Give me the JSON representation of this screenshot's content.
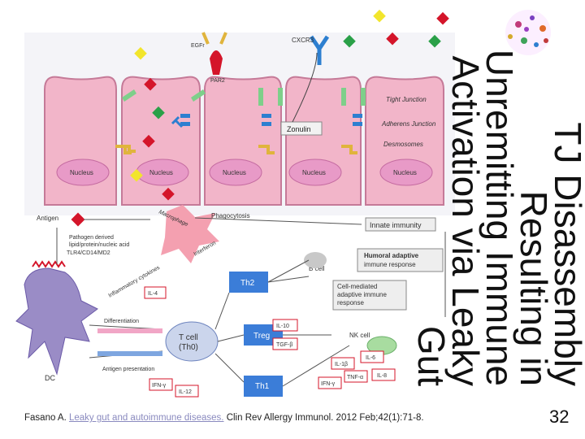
{
  "slide": {
    "title": "TJ Disassembly Resulting in Unremitting Immune Activation via Leaky Gut",
    "citation_prefix": "Fasano A. ",
    "citation_link": "Leaky gut and autoimmune diseases.",
    "citation_suffix": " Clin Rev Allergy Immunol. 2012 Feb;42(1):71-8.",
    "page_number": "32"
  },
  "diagram": {
    "receptor_labels": {
      "egfr": "EGFr",
      "par2": "PAR2",
      "cxcr3": "CXCR3"
    },
    "zonulin": "Zonulin",
    "junctions": {
      "tight": "Tight Junction",
      "adherens": "Adherens Junction",
      "desmosomes": "Desmosomes"
    },
    "nucleus": "Nucleus",
    "antigen": "Antigen",
    "pathogen_line1": "Pathogen derived",
    "pathogen_line2": "lipid/protein/nucleic acid",
    "tlr": "TLR4/CD14/MD2",
    "macrophage": "Macrophage",
    "phagocytosis": "Phagocytosis",
    "interferon": "Interferon",
    "inflammatory_cytokines": "Inflammatory cytokines",
    "innate_immunity": "Innate immunity",
    "humoral_line1": "Humoral adaptive",
    "humoral_line2": "immune response",
    "cell_mediated_line1": "Cell-mediated",
    "cell_mediated_line2": "adaptive immune",
    "cell_mediated_line3": "response",
    "b_cell": "B cell",
    "nk_cell": "NK cell",
    "il4": "IL-4",
    "th2": "Th2",
    "treg": "Treg",
    "th1": "Th1",
    "il10": "IL-10",
    "tgfb": "TGF-β",
    "il1b": "IL-1β",
    "il6": "IL-6",
    "tnfa": "TNF-α",
    "il8": "IL-8",
    "ifng": "IFN-γ",
    "il12": "IL-12",
    "t_cell_line1": "T cell",
    "t_cell_line2": "(Th0)",
    "differentiation": "Differentiation",
    "antigen_presentation": "Antigen presentation",
    "dc": "DC"
  }
}
